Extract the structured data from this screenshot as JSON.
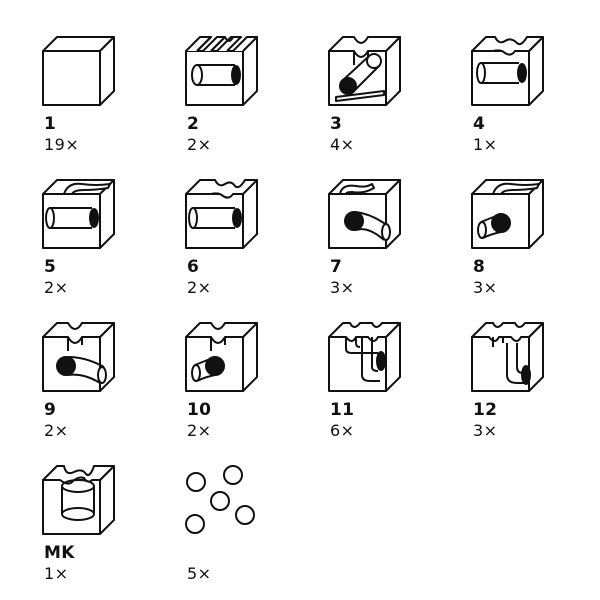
{
  "parts": [
    {
      "label": "1",
      "qty": "19×",
      "icon": "plain-cube-icon"
    },
    {
      "label": "2",
      "qty": "2×",
      "icon": "straight-tube-cube-icon"
    },
    {
      "label": "3",
      "qty": "4×",
      "icon": "diagonal-tube-cube-icon"
    },
    {
      "label": "4",
      "qty": "1×",
      "icon": "tube-curve-cube-icon"
    },
    {
      "label": "5",
      "qty": "2×",
      "icon": "curve-tube-cube-icon"
    },
    {
      "label": "6",
      "qty": "2×",
      "icon": "tube-dip-cube-icon"
    },
    {
      "label": "7",
      "qty": "3×",
      "icon": "curve-funnel-cube-icon"
    },
    {
      "label": "8",
      "qty": "3×",
      "icon": "curve-funnel-cube-icon"
    },
    {
      "label": "9",
      "qty": "2×",
      "icon": "groove-funnel-cube-icon"
    },
    {
      "label": "10",
      "qty": "2×",
      "icon": "groove-funnel-cube-icon"
    },
    {
      "label": "11",
      "qty": "6×",
      "icon": "vertical-drop-cube-icon"
    },
    {
      "label": "12",
      "qty": "3×",
      "icon": "vertical-drop-cube-icon"
    },
    {
      "label": "MK",
      "qty": "1×",
      "icon": "cross-channel-cube-icon"
    },
    {
      "label": "",
      "qty": "5×",
      "icon": "marbles-icon"
    }
  ]
}
